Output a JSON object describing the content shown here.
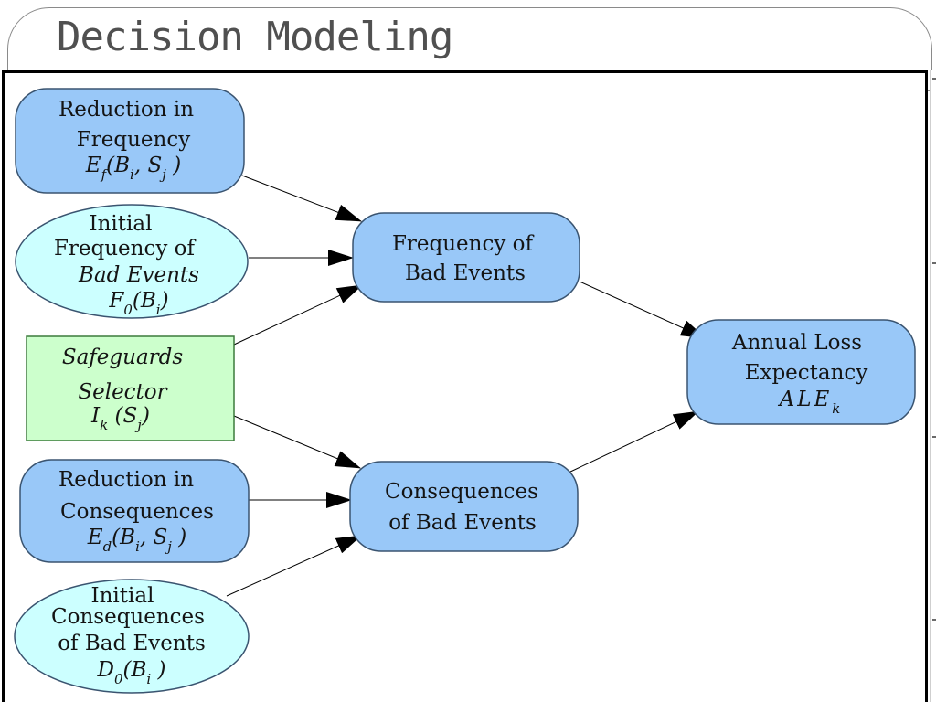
{
  "slide": {
    "title": "Decision Modeling"
  },
  "nodes": {
    "reduction_frequency": {
      "line1": "Reduction in",
      "line2": "Frequency",
      "formula": {
        "e": "E",
        "e_sub": "f",
        "open": "(",
        "b": "B",
        "b_sub": "i",
        "comma": ", ",
        "s": "S",
        "s_sub": "j",
        "close": " )"
      }
    },
    "initial_frequency": {
      "line1": "Initial",
      "line2": "Frequency of",
      "line3": "Bad Events",
      "formula": {
        "f": "F",
        "f_sub": "0",
        "open": "(",
        "b": "B",
        "b_sub": "i",
        "close": ")"
      }
    },
    "safeguards_selector": {
      "line1": "Safeguards",
      "line2": "Selector",
      "formula": {
        "i": "I",
        "i_sub": "k",
        "open": " (",
        "s": "S",
        "s_sub": "j",
        "close": ")"
      }
    },
    "reduction_consequences": {
      "line1": "Reduction in",
      "line2": "Consequences",
      "formula": {
        "e": "E",
        "e_sub": "d",
        "open": "(",
        "b": "B",
        "b_sub": "i",
        "comma": ", ",
        "s": "S",
        "s_sub": "j",
        "close": " )"
      }
    },
    "initial_consequences": {
      "line1": "Initial",
      "line2": "Consequences",
      "line3": "of Bad Events",
      "formula": {
        "d": "D",
        "d_sub": "0",
        "open": "(",
        "b": "B",
        "b_sub": "i",
        "close": " )"
      }
    },
    "frequency_bad_events": {
      "line1": "Frequency of",
      "line2": "Bad Events"
    },
    "consequences_bad_events": {
      "line1": "Consequences",
      "line2": "of Bad Events"
    },
    "annual_loss_expectancy": {
      "line1": "Annual Loss",
      "line2": "Expectancy",
      "formula": {
        "ale": "ALE",
        "ale_sub": "k"
      }
    }
  },
  "colors": {
    "decision_node_fill": "#99c8f8",
    "chance_node_fill": "#ccffff",
    "selector_fill": "#ccffcc",
    "node_stroke": "#3a5470",
    "selector_stroke": "#3b7a3b",
    "arrow": "#000000",
    "title_text": "#505050"
  }
}
